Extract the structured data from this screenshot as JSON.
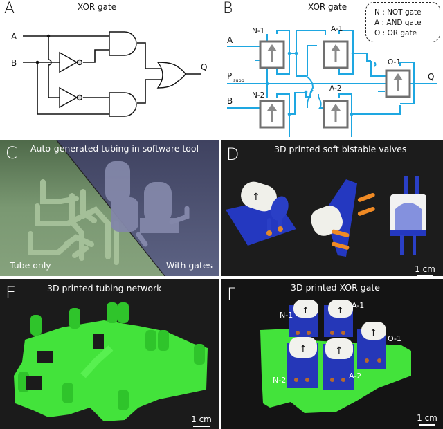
{
  "figure": {
    "panels": {
      "a": {
        "letter": "A",
        "title": "XOR gate",
        "inputs": [
          "A",
          "B"
        ],
        "output": "Q",
        "components": [
          "NOT gate (B path)",
          "NOT gate (A path)",
          "AND gate top",
          "AND gate bottom",
          "OR gate"
        ]
      },
      "b": {
        "letter": "B",
        "title": "XOR gate",
        "inputs": [
          "A",
          "P",
          "B"
        ],
        "p_subscript": "supp",
        "output": "Q",
        "gate_labels": [
          "N-1",
          "N-2",
          "A-1",
          "A-2",
          "O-1"
        ],
        "legend": [
          "N : NOT gate",
          "A : AND gate",
          "O : OR gate"
        ],
        "wire_color": "#1ea7e1",
        "gate_color": "#6e6e6e"
      },
      "c": {
        "letter": "C",
        "title": "Auto-generated tubing in software tool",
        "left_label": "Tube only",
        "right_label": "With gates",
        "left_color": "#6f8a67",
        "right_color": "#5d6280"
      },
      "d": {
        "letter": "D",
        "title": "3D printed soft bistable valves",
        "scale": "1 cm",
        "valve_color": "#2a3fc0",
        "pin_color": "#f08a24"
      },
      "e": {
        "letter": "E",
        "title": "3D printed tubing network",
        "scale": "1 cm",
        "print_color": "#3ee63a"
      },
      "f": {
        "letter": "F",
        "title": "3D printed XOR gate",
        "scale": "1 cm",
        "gate_labels": [
          "N-1",
          "A-1",
          "O-1",
          "N-2",
          "A-2"
        ]
      }
    }
  }
}
